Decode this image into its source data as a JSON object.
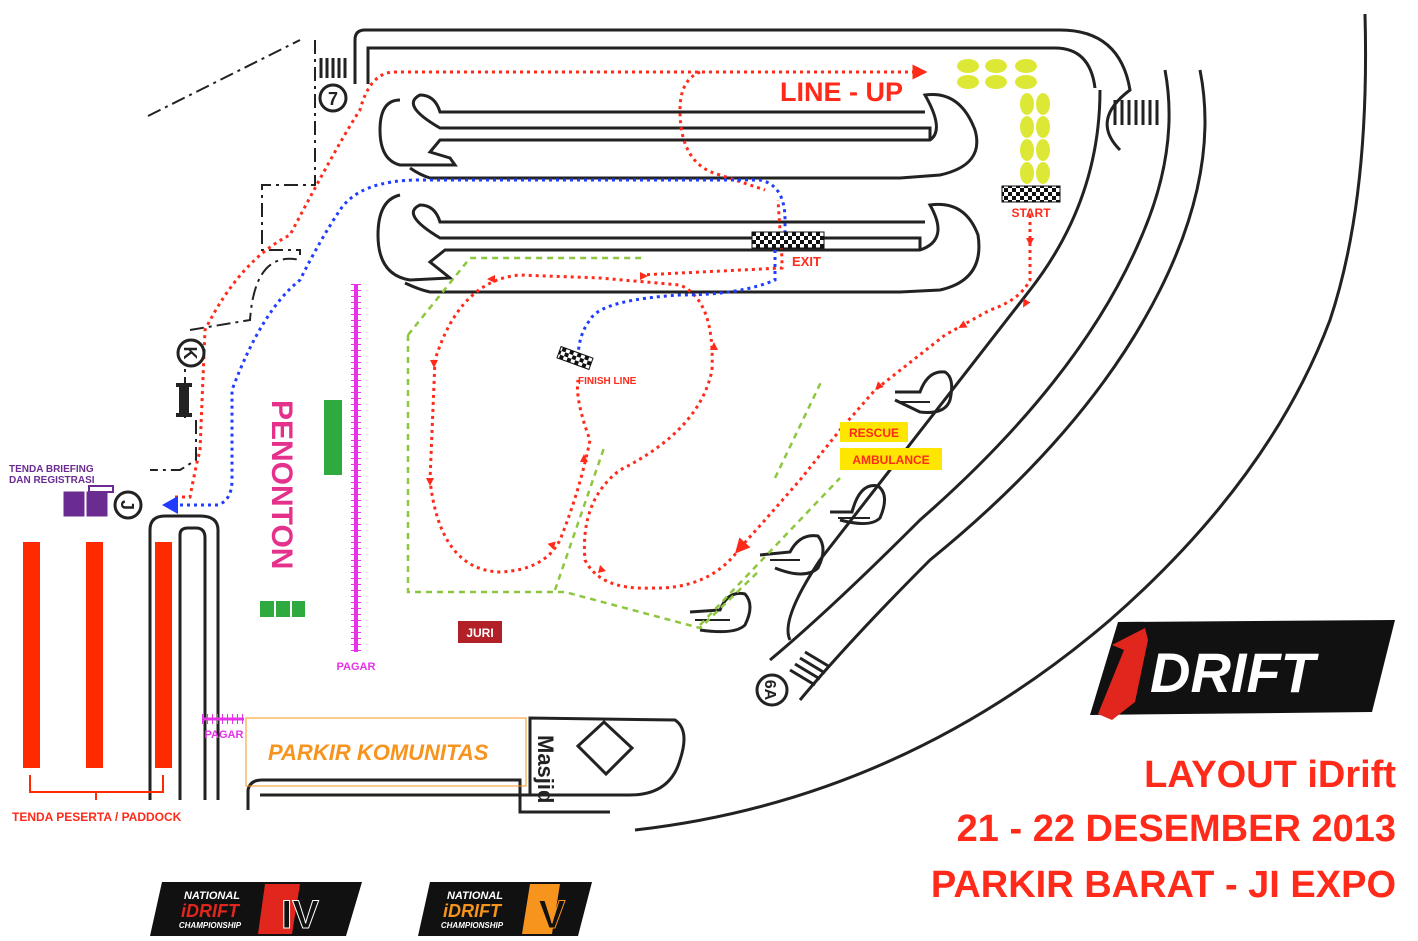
{
  "title": {
    "line1": "LAYOUT iDrift",
    "line2": "21 - 22 DESEMBER 2013",
    "line3": "PARKIR BARAT - JI EXPO"
  },
  "logo": {
    "text": "DRIFT"
  },
  "labels": {
    "line_up": "LINE - UP",
    "start": "START",
    "exit": "EXIT",
    "finish_line": "FINISH LINE",
    "rescue": "RESCUE",
    "ambulance": "AMBULANCE",
    "penonton": "PENONTON",
    "pagar_fence": "PAGAR",
    "pagar_gate": "PAGAR",
    "juri": "JURI",
    "parkir_komunitas": "PARKIR KOMUNITAS",
    "masjid": "Masjid",
    "tenda_briefing_1": "TENDA BRIEFING",
    "tenda_briefing_2": "DAN REGISTRASI",
    "tenda_peserta": "TENDA PESERTA / PADDOCK"
  },
  "gates": {
    "g7": "7",
    "gk": "K",
    "gj": "J",
    "g6a": "6A"
  },
  "badges": {
    "round4": {
      "line1": "NATIONAL",
      "line2": "iDRIFT",
      "line3": "CHAMPIONSHIP",
      "numeral": "IV"
    },
    "round5": {
      "line1": "NATIONAL",
      "line2": "iDRIFT",
      "line3": "CHAMPIONSHIP",
      "numeral": "V"
    }
  },
  "colors": {
    "route_red": "#ff2a1a",
    "route_blue": "#1f3cff",
    "fence_magenta": "#e534e5",
    "boundary_green": "#8dc63f",
    "lineup_yellow": "#dde836",
    "tent_purple": "#6a2c91",
    "paddock_red": "#ff2a00",
    "juri_red": "#b22028",
    "parkir_orange": "#f7941d",
    "penonton_pink": "#e5308c",
    "tenda_green": "#2eaa3f"
  }
}
